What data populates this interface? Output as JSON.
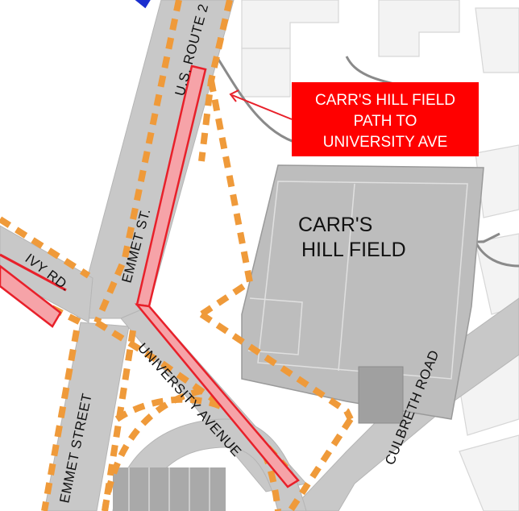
{
  "map": {
    "labels": {
      "us_route": "U.S. ROUTE 2",
      "emmet_st": "EMMET ST.",
      "ivy_rd": "IVY RD.",
      "university_avenue": "UNIVERSITY AVENUE",
      "emmet_street": "EMMET  STREET",
      "culbreth_road": "CULBRETH ROAD"
    },
    "field": {
      "line1": "CARR'S",
      "line2": "HILL FIELD"
    },
    "callout": {
      "line1": "CARR'S HILL FIELD",
      "line2": "PATH TO",
      "line3": "UNIVERSITY AVE"
    },
    "colors": {
      "road": "#c8c8c8",
      "paved_area": "#a9a9a9",
      "field": "#bdbdbd",
      "building_outline": "#7a7a7a",
      "path_dashed": "#ef9a3a",
      "closure_fill": "#f6a3a8",
      "closure_stroke": "#e8202a",
      "callout_bg": "#ff0000",
      "callout_text": "#ffffff",
      "road_blue": "#1a2ecf"
    },
    "icons": {
      "callout_arrow": "arrow-icon",
      "closure_marker": "closure-zone"
    }
  }
}
